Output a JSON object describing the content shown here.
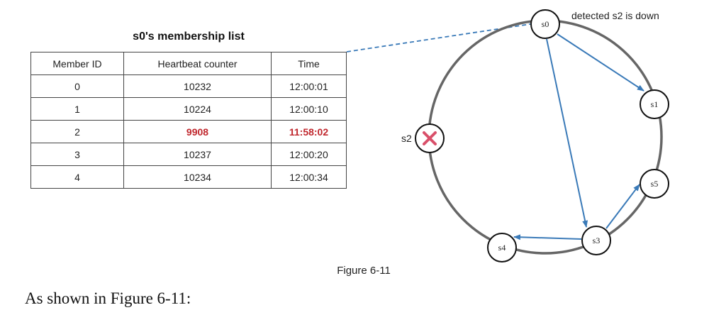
{
  "table": {
    "title": "s0's membership list",
    "headers": [
      "Member ID",
      "Heartbeat counter",
      "Time"
    ],
    "rows": [
      {
        "id": "0",
        "counter": "10232",
        "time": "12:00:01",
        "down": false
      },
      {
        "id": "1",
        "counter": "10224",
        "time": "12:00:10",
        "down": false
      },
      {
        "id": "2",
        "counter": "9908",
        "time": "11:58:02",
        "down": true
      },
      {
        "id": "3",
        "counter": "10237",
        "time": "12:00:20",
        "down": false
      },
      {
        "id": "4",
        "counter": "10234",
        "time": "12:00:34",
        "down": false
      }
    ]
  },
  "diagram": {
    "annotation": "detected s2 is down",
    "nodes": {
      "s0": "s0",
      "s1": "s1",
      "s2": "s2",
      "s3": "s3",
      "s4": "s4",
      "s5": "s5"
    },
    "down_marker": "×",
    "colors": {
      "arrow": "#3a7ab8",
      "ring": "#666666",
      "down": "#d9506a",
      "highlight_text": "#c0272d"
    }
  },
  "caption": "Figure 6-11",
  "body_text": "As shown in Figure 6-11:"
}
